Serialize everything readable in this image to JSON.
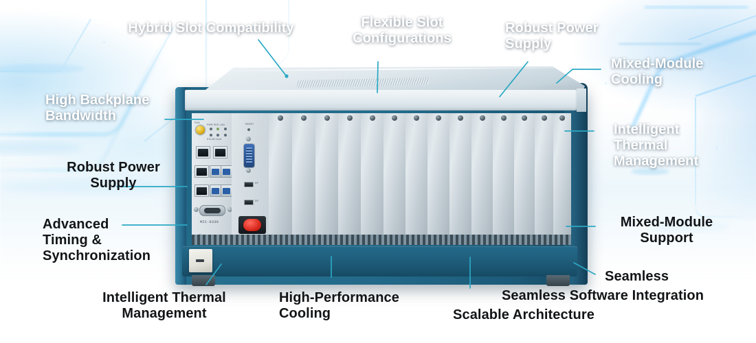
{
  "meta": {
    "image_kind": "annotated-product-photo",
    "subject": "modular rack-mount chassis computer with labeled feature callouts",
    "accent_color": "#2ba8c4",
    "chassis_color": "#236a8a",
    "background_top_color": "#0a2a44",
    "background_bottom_color": "#ffffff",
    "light_text_color": "#ffffff",
    "dark_text_color": "#121416"
  },
  "callouts": [
    {
      "id": "hybrid-slot-compatibility",
      "text": "Hybrid Slot Compatibility",
      "tone": "light",
      "align": "center"
    },
    {
      "id": "flexible-slot-configurations",
      "text": "Flexible Slot\nConfigurations",
      "tone": "light",
      "align": "center"
    },
    {
      "id": "robust-power-supply-top",
      "text": "Robust Power\nSupply",
      "tone": "light",
      "align": "left"
    },
    {
      "id": "mixed-module-cooling",
      "text": "Mixed-Module\nCooling",
      "tone": "light",
      "align": "left"
    },
    {
      "id": "high-backplane-bandwidth",
      "text": "High Backplane\nBandwidth",
      "tone": "light",
      "align": "left"
    },
    {
      "id": "intelligent-thermal-management-right",
      "text": "Intelligent\nThermal\nManagement",
      "tone": "light",
      "align": "left"
    },
    {
      "id": "robust-power-supply-left",
      "text": "Robust Power\nSupply",
      "tone": "dark",
      "align": "center"
    },
    {
      "id": "advanced-timing-synchronization",
      "text": "Advanced\nTiming &\nSynchronization",
      "tone": "dark",
      "align": "left"
    },
    {
      "id": "mixed-module-support",
      "text": "Mixed-Module\nSupport",
      "tone": "dark",
      "align": "center"
    },
    {
      "id": "seamless",
      "text": "Seamless",
      "tone": "dark",
      "align": "left"
    },
    {
      "id": "intelligent-thermal-management-bottom",
      "text": "Intelligent Thermal\nManagement",
      "tone": "dark",
      "align": "center"
    },
    {
      "id": "high-performance-cooling",
      "text": "High-Performance\nCooling",
      "tone": "dark",
      "align": "left"
    },
    {
      "id": "seamless-software-integration",
      "text": "Seamless Software Integration",
      "tone": "dark",
      "align": "center"
    },
    {
      "id": "scalable-architecture",
      "text": "Scalable Architecture",
      "tone": "dark",
      "align": "center"
    }
  ],
  "device": {
    "name": "modular-chassis",
    "slot_count": 14,
    "io_module": {
      "name": "cpu-io-module",
      "model_text": "MIC-6330",
      "ports": {
        "ethernet_rj45": 4,
        "usb": 4,
        "vga_dsub": 1,
        "serial_dsub_blue": 1,
        "display_ports": 2,
        "power_button": 1,
        "rotary_knob": 1
      }
    },
    "top_vent": "ventilation-grille",
    "feet": 2,
    "power_inlet_box": "psu-inlet-box"
  }
}
